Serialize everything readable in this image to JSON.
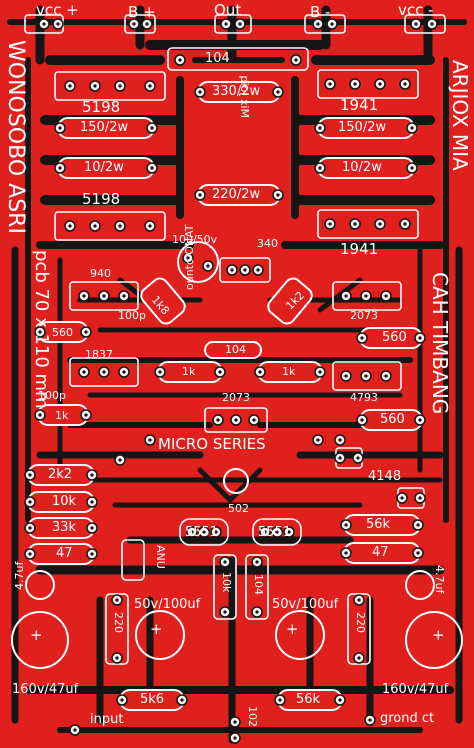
{
  "colors": {
    "board": "#e0201d",
    "trace": "#151515",
    "silk": "#ffffff",
    "pad": "#f2f2f2"
  },
  "header": {
    "vcc_plus": "vcc +",
    "b_plus": "B +",
    "out": "Out",
    "b_minus": "B -",
    "vcc_minus": "vcc -"
  },
  "side_text": {
    "left_title": "WONOSOBO ASRI",
    "left_sub": "pcb 70 x 110 mm",
    "right_title": "ARJIOX MIA",
    "right_sub": "CAH TIMBANG",
    "center_mirror": "Mix Joiq",
    "center_mirror2": "ounto ONAT"
  },
  "components": {
    "c104_top": "104",
    "r330": "330/2w",
    "r220": "220/2w",
    "r150_left": "150/2w",
    "r150_right": "150/2w",
    "r10_left": "10/2w",
    "r10_right": "10/2w",
    "q5198_top": "5198",
    "q5198_bot": "5198",
    "q1941_top": "1941",
    "q1941_bot": "1941",
    "c10u50v": "10u/50v",
    "q340": "340",
    "q940": "940",
    "r1k8": "1k8",
    "r1k2": "1k2",
    "c100p_a": "100p",
    "r560_left": "560",
    "q2073_right": "2073",
    "r560_right1": "560",
    "q1837": "1837",
    "c104_mid": "104",
    "r1k_mid_left": "1k",
    "r1k_mid_right": "1k",
    "q4793": "4793",
    "c100p_b": "100p",
    "r1k_left": "1k",
    "q2073_mid": "2073",
    "r560_right2": "560",
    "micro_series": "MICRO SERIES",
    "d4148": "4148",
    "r2k2": "2k2",
    "r10k": "10k",
    "r33k": "33k",
    "r47_left": "47",
    "trim502": "502",
    "q5551_left": "5551",
    "q5551_right": "5551",
    "r56k_right": "56k",
    "r47_right": "47",
    "anu": "ANU",
    "c4u7_left": "4.7uf",
    "c4u7_right": "4.7uf",
    "r10k_vert": "10k",
    "c104_vert": "104",
    "r220_left": "220",
    "c50v100_left": "50v/100uf",
    "c50v100_right": "50v/100uf",
    "r220_right": "220",
    "c160_left": "160v/47uf",
    "c160_right": "160v/47uf",
    "r5k6": "5k6",
    "r56k_bot": "56k",
    "c102": "102",
    "input": "input",
    "grond": "grond ct"
  }
}
